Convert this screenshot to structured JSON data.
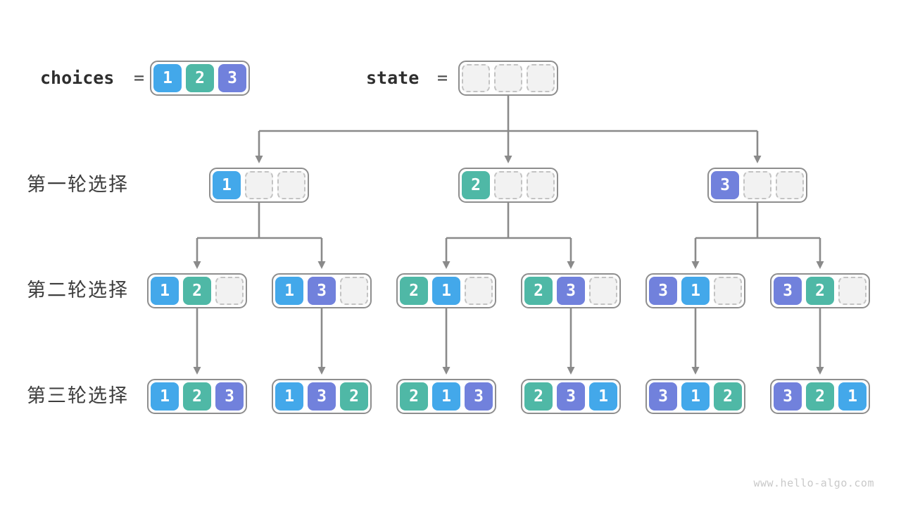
{
  "page": {
    "background": "#FFFFFF",
    "watermark": "www.hello-algo.com"
  },
  "colors": {
    "value_1": "#43A8EA",
    "value_2": "#4FB8A6",
    "value_3": "#7181DC",
    "empty_fill": "#F2F2F2",
    "empty_border": "#C3C3C3",
    "node_border": "#8E8E8E",
    "connector": "#8A8A8A"
  },
  "legend": {
    "choices_label": "choices",
    "equals_sign": "=",
    "choices_values": [
      1,
      2,
      3
    ],
    "state_label": "state",
    "state_values": [
      null,
      null,
      null
    ]
  },
  "row_labels": [
    "第一轮选择",
    "第二轮选择",
    "第三轮选择"
  ],
  "tree": {
    "level_1": [
      [
        1,
        null,
        null
      ],
      [
        2,
        null,
        null
      ],
      [
        3,
        null,
        null
      ]
    ],
    "level_2": [
      [
        1,
        2,
        null
      ],
      [
        1,
        3,
        null
      ],
      [
        2,
        1,
        null
      ],
      [
        2,
        3,
        null
      ],
      [
        3,
        1,
        null
      ],
      [
        3,
        2,
        null
      ]
    ],
    "level_3": [
      [
        1,
        2,
        3
      ],
      [
        1,
        3,
        2
      ],
      [
        2,
        1,
        3
      ],
      [
        2,
        3,
        1
      ],
      [
        3,
        1,
        2
      ],
      [
        3,
        2,
        1
      ]
    ]
  }
}
